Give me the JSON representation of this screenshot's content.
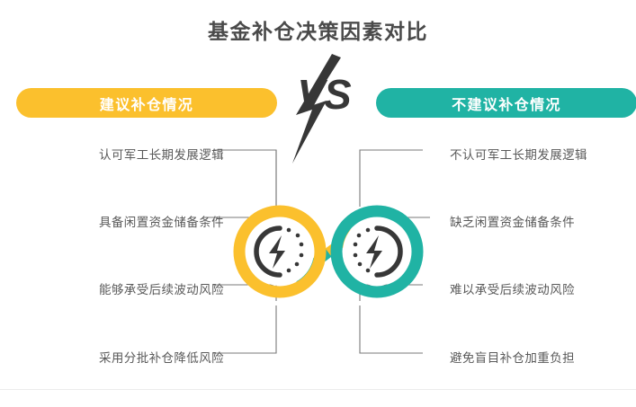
{
  "page": {
    "title": "基金补仓决策因素对比",
    "background_color": "#ffffff",
    "divider_color": "#ececec"
  },
  "colors": {
    "left_accent": "#FBC02D",
    "right_accent": "#20B3A4",
    "title_text": "#4a4a4a",
    "item_text": "#595959",
    "line": "#7a7a7a",
    "icon_dark": "#373737"
  },
  "vs": {
    "label": "VS",
    "bolt_icon": "lightning-bolt-icon"
  },
  "left_column": {
    "banner_label": "建议补仓情况",
    "banner_color": "#FBC02D",
    "ring_icon": "lightning-gauge-icon",
    "items": [
      {
        "label": "认可军工长期发展逻辑"
      },
      {
        "label": "具备闲置资金储备条件"
      },
      {
        "label": "能够承受后续波动风险"
      },
      {
        "label": "采用分批补仓降低风险"
      }
    ]
  },
  "right_column": {
    "banner_label": "不建议补仓情况",
    "banner_color": "#20B3A4",
    "ring_icon": "lightning-gauge-icon-mirrored",
    "items": [
      {
        "label": "不认可军工长期发展逻辑"
      },
      {
        "label": "缺乏闲置资金储备条件"
      },
      {
        "label": "难以承受后续波动风险"
      },
      {
        "label": "避免盲目补仓加重负担"
      }
    ]
  }
}
